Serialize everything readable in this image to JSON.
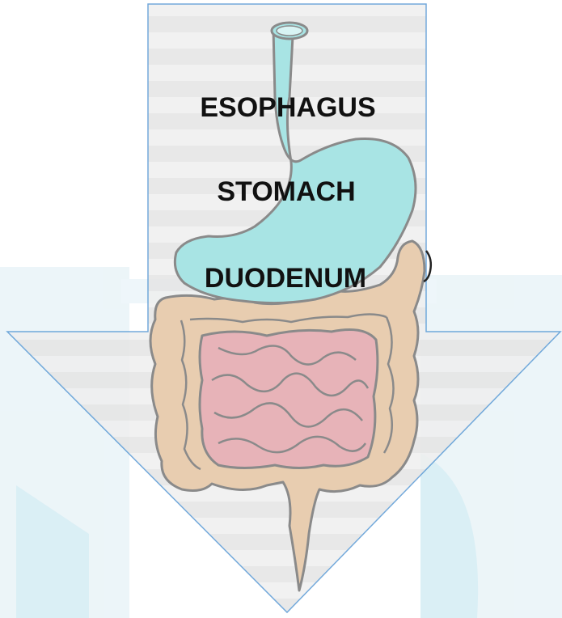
{
  "diagram": {
    "labels": {
      "esophagus": "ESOPHAGUS",
      "stomach": "STOMACH",
      "duodenum": "DUODENUM"
    },
    "colors": {
      "background_watermark": "#eaf4f8",
      "watermark_stroke": "#d7eef5",
      "arrow_fill": "#ececec",
      "arrow_stroke": "#5b9bd5",
      "stripe_light": "#efefef",
      "stripe_dark": "#e2e2e2",
      "esophagus_stomach": "#a8e4e4",
      "large_intestine": "#e8cdb0",
      "small_intestine": "#e7b3b8",
      "organ_outline": "#8a8a8a"
    },
    "icons": [
      "digestive-system-illustration",
      "down-arrow-shape"
    ]
  }
}
